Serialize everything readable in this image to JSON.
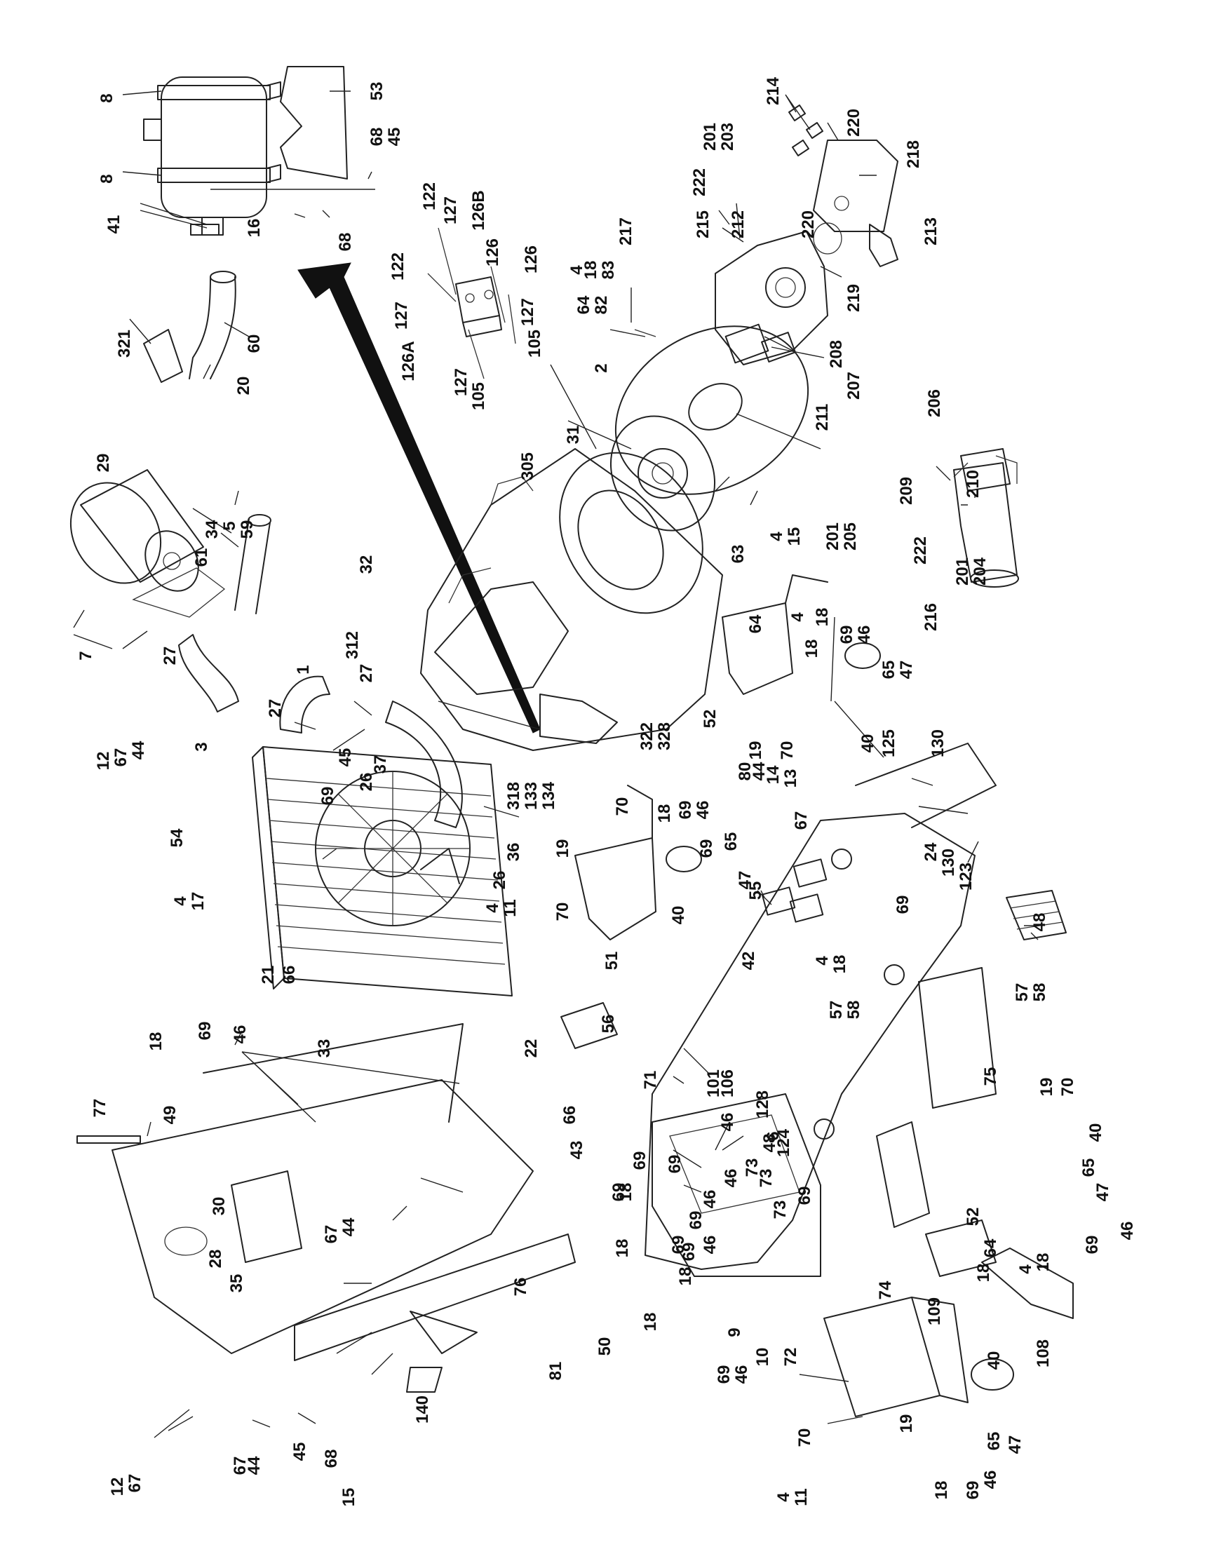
{
  "callouts": [
    {
      "id": "c1",
      "text": "8"
    },
    {
      "id": "c2",
      "text": "53"
    },
    {
      "id": "c3",
      "text": "68"
    },
    {
      "id": "c4",
      "text": "45"
    },
    {
      "id": "c5",
      "text": "8"
    },
    {
      "id": "c6",
      "text": "41"
    },
    {
      "id": "c7",
      "text": "16"
    },
    {
      "id": "c8",
      "text": "68"
    },
    {
      "id": "c9",
      "text": "321"
    },
    {
      "id": "c10",
      "text": "60"
    },
    {
      "id": "c11",
      "text": "20"
    },
    {
      "id": "c12",
      "text": "122"
    },
    {
      "id": "c13",
      "text": "127"
    },
    {
      "id": "c14",
      "text": "126B"
    },
    {
      "id": "c15",
      "text": "122"
    },
    {
      "id": "c16",
      "text": "127"
    },
    {
      "id": "c17",
      "text": "126"
    },
    {
      "id": "c18",
      "text": "126"
    },
    {
      "id": "c19",
      "text": "127"
    },
    {
      "id": "c20",
      "text": "105"
    },
    {
      "id": "c21",
      "text": "126A"
    },
    {
      "id": "c22",
      "text": "127"
    },
    {
      "id": "c23",
      "text": "105"
    },
    {
      "id": "c24",
      "text": "214"
    },
    {
      "id": "c25",
      "text": "220"
    },
    {
      "id": "c26",
      "text": "201"
    },
    {
      "id": "c27",
      "text": "203"
    },
    {
      "id": "c28",
      "text": "218"
    },
    {
      "id": "c29",
      "text": "222"
    },
    {
      "id": "c30",
      "text": "220"
    },
    {
      "id": "c31",
      "text": "217"
    },
    {
      "id": "c32",
      "text": "215"
    },
    {
      "id": "c33",
      "text": "212"
    },
    {
      "id": "c34",
      "text": "213"
    },
    {
      "id": "c35",
      "text": "4"
    },
    {
      "id": "c36",
      "text": "18"
    },
    {
      "id": "c37",
      "text": "83"
    },
    {
      "id": "c38",
      "text": "64"
    },
    {
      "id": "c39",
      "text": "82"
    },
    {
      "id": "c40",
      "text": "219"
    },
    {
      "id": "c41",
      "text": "2"
    },
    {
      "id": "c42",
      "text": "208"
    },
    {
      "id": "c43",
      "text": "207"
    },
    {
      "id": "c44",
      "text": "211"
    },
    {
      "id": "c45",
      "text": "305"
    },
    {
      "id": "c46",
      "text": "31"
    },
    {
      "id": "c47",
      "text": "206"
    },
    {
      "id": "c48",
      "text": "29"
    },
    {
      "id": "c49",
      "text": "34"
    },
    {
      "id": "c50",
      "text": "5"
    },
    {
      "id": "c51",
      "text": "59"
    },
    {
      "id": "c52",
      "text": "61"
    },
    {
      "id": "c53",
      "text": "32"
    },
    {
      "id": "c54",
      "text": "209"
    },
    {
      "id": "c55",
      "text": "210"
    },
    {
      "id": "c56",
      "text": "201"
    },
    {
      "id": "c57",
      "text": "205"
    },
    {
      "id": "c58",
      "text": "4"
    },
    {
      "id": "c59",
      "text": "15"
    },
    {
      "id": "c60",
      "text": "63"
    },
    {
      "id": "c61",
      "text": "222"
    },
    {
      "id": "c62",
      "text": "201"
    },
    {
      "id": "c63",
      "text": "204"
    },
    {
      "id": "c64",
      "text": "216"
    },
    {
      "id": "c65",
      "text": "7"
    },
    {
      "id": "c66",
      "text": "27"
    },
    {
      "id": "c67",
      "text": "312"
    },
    {
      "id": "c68",
      "text": "1"
    },
    {
      "id": "c69",
      "text": "27"
    },
    {
      "id": "c70",
      "text": "27"
    },
    {
      "id": "c71",
      "text": "3"
    },
    {
      "id": "c72",
      "text": "12"
    },
    {
      "id": "c73",
      "text": "67"
    },
    {
      "id": "c74",
      "text": "44"
    },
    {
      "id": "c75",
      "text": "18"
    },
    {
      "id": "c76",
      "text": "4"
    },
    {
      "id": "c77",
      "text": "18"
    },
    {
      "id": "c78",
      "text": "69"
    },
    {
      "id": "c79",
      "text": "46"
    },
    {
      "id": "c80",
      "text": "64"
    },
    {
      "id": "c81",
      "text": "65"
    },
    {
      "id": "c82",
      "text": "47"
    },
    {
      "id": "c83",
      "text": "52"
    },
    {
      "id": "c84",
      "text": "19"
    },
    {
      "id": "c85",
      "text": "70"
    },
    {
      "id": "c86",
      "text": "40"
    },
    {
      "id": "c87",
      "text": "322"
    },
    {
      "id": "c88",
      "text": "328"
    },
    {
      "id": "c89",
      "text": "125"
    },
    {
      "id": "c90",
      "text": "130"
    },
    {
      "id": "c91",
      "text": "45"
    },
    {
      "id": "c92",
      "text": "37"
    },
    {
      "id": "c93",
      "text": "26"
    },
    {
      "id": "c94",
      "text": "69"
    },
    {
      "id": "c95",
      "text": "318"
    },
    {
      "id": "c96",
      "text": "133"
    },
    {
      "id": "c97",
      "text": "134"
    },
    {
      "id": "c98",
      "text": "80"
    },
    {
      "id": "c99",
      "text": "44"
    },
    {
      "id": "c100",
      "text": "14"
    },
    {
      "id": "c101",
      "text": "13"
    },
    {
      "id": "c102",
      "text": "54"
    },
    {
      "id": "c103",
      "text": "18"
    },
    {
      "id": "c104",
      "text": "69"
    },
    {
      "id": "c105",
      "text": "46"
    },
    {
      "id": "c106",
      "text": "70"
    },
    {
      "id": "c107",
      "text": "65"
    },
    {
      "id": "c108",
      "text": "47"
    },
    {
      "id": "c109",
      "text": "67"
    },
    {
      "id": "c110",
      "text": "69"
    },
    {
      "id": "c111",
      "text": "36"
    },
    {
      "id": "c112",
      "text": "19"
    },
    {
      "id": "c113",
      "text": "24"
    },
    {
      "id": "c114",
      "text": "130"
    },
    {
      "id": "c115",
      "text": "123"
    },
    {
      "id": "c116",
      "text": "4"
    },
    {
      "id": "c117",
      "text": "17"
    },
    {
      "id": "c118",
      "text": "26"
    },
    {
      "id": "c119",
      "text": "4"
    },
    {
      "id": "c120",
      "text": "11"
    },
    {
      "id": "c121",
      "text": "70"
    },
    {
      "id": "c122",
      "text": "40"
    },
    {
      "id": "c123",
      "text": "55"
    },
    {
      "id": "c124",
      "text": "69"
    },
    {
      "id": "c125",
      "text": "48"
    },
    {
      "id": "c126",
      "text": "51"
    },
    {
      "id": "c127",
      "text": "4"
    },
    {
      "id": "c128",
      "text": "18"
    },
    {
      "id": "c129",
      "text": "21"
    },
    {
      "id": "c130",
      "text": "66"
    },
    {
      "id": "c131",
      "text": "42"
    },
    {
      "id": "c132",
      "text": "57"
    },
    {
      "id": "c133",
      "text": "58"
    },
    {
      "id": "c134",
      "text": "57"
    },
    {
      "id": "c135",
      "text": "58"
    },
    {
      "id": "c136",
      "text": "33"
    },
    {
      "id": "c137",
      "text": "22"
    },
    {
      "id": "c138",
      "text": "56"
    },
    {
      "id": "c139",
      "text": "18"
    },
    {
      "id": "c140",
      "text": "69"
    },
    {
      "id": "c141",
      "text": "46"
    },
    {
      "id": "c142",
      "text": "71"
    },
    {
      "id": "c143",
      "text": "101"
    },
    {
      "id": "c144",
      "text": "106"
    },
    {
      "id": "c145",
      "text": "128"
    },
    {
      "id": "c146",
      "text": "48"
    },
    {
      "id": "c147",
      "text": "124"
    },
    {
      "id": "c148",
      "text": "66"
    },
    {
      "id": "c149",
      "text": "43"
    },
    {
      "id": "c150",
      "text": "75"
    },
    {
      "id": "c151",
      "text": "19"
    },
    {
      "id": "c152",
      "text": "70"
    },
    {
      "id": "c153",
      "text": "40"
    },
    {
      "id": "c154",
      "text": "65"
    },
    {
      "id": "c155",
      "text": "47"
    },
    {
      "id": "c156",
      "text": "77"
    },
    {
      "id": "c157",
      "text": "49"
    },
    {
      "id": "c158",
      "text": "6"
    },
    {
      "id": "c159",
      "text": "73"
    },
    {
      "id": "c160",
      "text": "46"
    },
    {
      "id": "c161",
      "text": "69"
    },
    {
      "id": "c162",
      "text": "73"
    },
    {
      "id": "c163",
      "text": "69"
    },
    {
      "id": "c164",
      "text": "46"
    },
    {
      "id": "c165",
      "text": "69"
    },
    {
      "id": "c166",
      "text": "52"
    },
    {
      "id": "c167",
      "text": "64"
    },
    {
      "id": "c168",
      "text": "18"
    },
    {
      "id": "c169",
      "text": "69"
    },
    {
      "id": "c170",
      "text": "46"
    },
    {
      "id": "c171",
      "text": "4"
    },
    {
      "id": "c172",
      "text": "18"
    },
    {
      "id": "c173",
      "text": "30"
    },
    {
      "id": "c174",
      "text": "67"
    },
    {
      "id": "c175",
      "text": "44"
    },
    {
      "id": "c176",
      "text": "18"
    },
    {
      "id": "c177",
      "text": "28"
    },
    {
      "id": "c178",
      "text": "35"
    },
    {
      "id": "c179",
      "text": "76"
    },
    {
      "id": "c180",
      "text": "69"
    },
    {
      "id": "c181",
      "text": "18"
    },
    {
      "id": "c182",
      "text": "9"
    },
    {
      "id": "c183",
      "text": "74"
    },
    {
      "id": "c184",
      "text": "109"
    },
    {
      "id": "c185",
      "text": "10"
    },
    {
      "id": "c186",
      "text": "69"
    },
    {
      "id": "c187",
      "text": "46"
    },
    {
      "id": "c188",
      "text": "108"
    },
    {
      "id": "c189",
      "text": "50"
    },
    {
      "id": "c190",
      "text": "81"
    },
    {
      "id": "c191",
      "text": "72"
    },
    {
      "id": "c192",
      "text": "40"
    },
    {
      "id": "c193",
      "text": "140"
    },
    {
      "id": "c194",
      "text": "12"
    },
    {
      "id": "c195",
      "text": "67"
    },
    {
      "id": "c196",
      "text": "67"
    },
    {
      "id": "c197",
      "text": "44"
    },
    {
      "id": "c198",
      "text": "45"
    },
    {
      "id": "c199",
      "text": "68"
    },
    {
      "id": "c200",
      "text": "15"
    },
    {
      "id": "c201",
      "text": "70"
    },
    {
      "id": "c202",
      "text": "19"
    },
    {
      "id": "c203",
      "text": "65"
    },
    {
      "id": "c204",
      "text": "47"
    },
    {
      "id": "c205",
      "text": "4"
    },
    {
      "id": "c206",
      "text": "11"
    },
    {
      "id": "c207",
      "text": "18"
    },
    {
      "id": "c208",
      "text": "69"
    },
    {
      "id": "c209",
      "text": "46"
    },
    {
      "id": "c210",
      "text": "18"
    },
    {
      "id": "c211",
      "text": "69"
    },
    {
      "id": "c212",
      "text": "46"
    },
    {
      "id": "c213",
      "text": "69"
    },
    {
      "id": "c214",
      "text": "18"
    },
    {
      "id": "c215",
      "text": "69"
    },
    {
      "id": "c216",
      "text": "46"
    },
    {
      "id": "c217",
      "text": "73"
    }
  ]
}
